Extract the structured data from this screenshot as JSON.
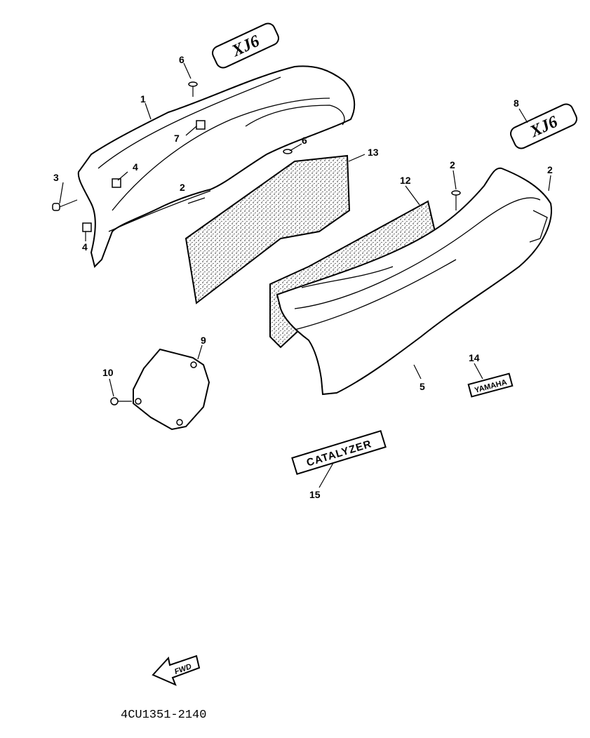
{
  "diagram": {
    "part_numbers": {
      "p1": "1",
      "p2a": "2",
      "p2b": "2",
      "p2c": "2",
      "p3": "3",
      "p4a": "4",
      "p4b": "4",
      "p5": "5",
      "p6a": "6",
      "p6b": "6",
      "p7": "7",
      "p8": "8",
      "p9": "9",
      "p10": "10",
      "p12": "12",
      "p13": "13",
      "p14": "14",
      "p15": "15"
    },
    "emblems": {
      "model_left": "XJ6",
      "model_right": "XJ6",
      "catalyzer": "CATALYZER",
      "brand": "YAMAHA",
      "fwd": "FWD"
    },
    "drawing_code": "4CU1351-2140"
  },
  "colors": {
    "line": "#000000",
    "background": "#ffffff"
  }
}
